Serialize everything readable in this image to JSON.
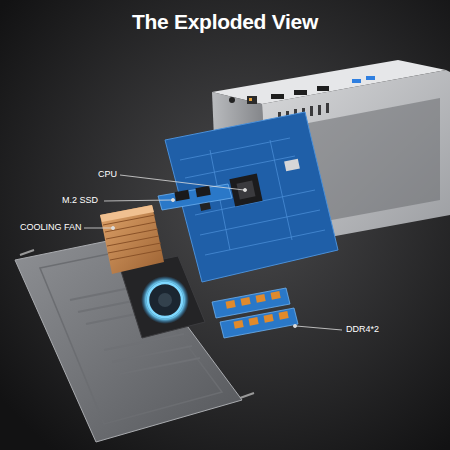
{
  "diagram": {
    "title": "The Exploded View",
    "labels": [
      "CPU",
      "M.2 SSD",
      "COOLING FAN",
      "DDR4*2"
    ]
  }
}
